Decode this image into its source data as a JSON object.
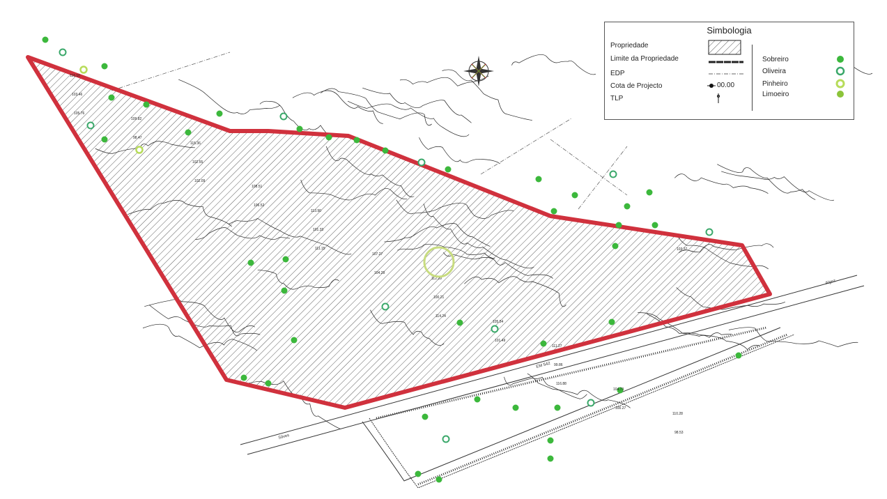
{
  "legend": {
    "title": "Simbologia",
    "items": [
      {
        "label": "Propriedade",
        "symbol": "hatch"
      },
      {
        "label": "Limite da Propriedade",
        "symbol": "thick-line"
      },
      {
        "label": "EDP",
        "symbol": "dash-dot-line"
      },
      {
        "label": "Cota de Projecto",
        "symbol": "elevation-marker",
        "value": "00.00"
      },
      {
        "label": "TLP",
        "symbol": "pole"
      }
    ],
    "trees": [
      {
        "label": "Sobreiro",
        "color": "#3cb83c"
      },
      {
        "label": "Oliveira",
        "color": "#3aa86a"
      },
      {
        "label": "Pinheiro",
        "color": "#b7dc5a"
      },
      {
        "label": "Limoeiro",
        "color": "#8cc43a"
      }
    ]
  },
  "roads": {
    "road_code": "EM 542",
    "east_label": "Algoz",
    "west_label": "Silves"
  },
  "elevations": [
    "116.10",
    "115.36",
    "113.90",
    "112.29",
    "111.27",
    "110.28",
    "109.82",
    "108.51",
    "107.27",
    "105.54",
    "104.73",
    "103.46",
    "102.55",
    "101.33",
    "100.21",
    "99.86",
    "98.53",
    "98.47",
    "106.52",
    "104.29",
    "101.49",
    "100.27",
    "105.76",
    "102.09",
    "111.15",
    "114.24",
    "116.88",
    "103.37"
  ],
  "colors": {
    "boundary": "#d0313d",
    "hatch": "#333333"
  }
}
